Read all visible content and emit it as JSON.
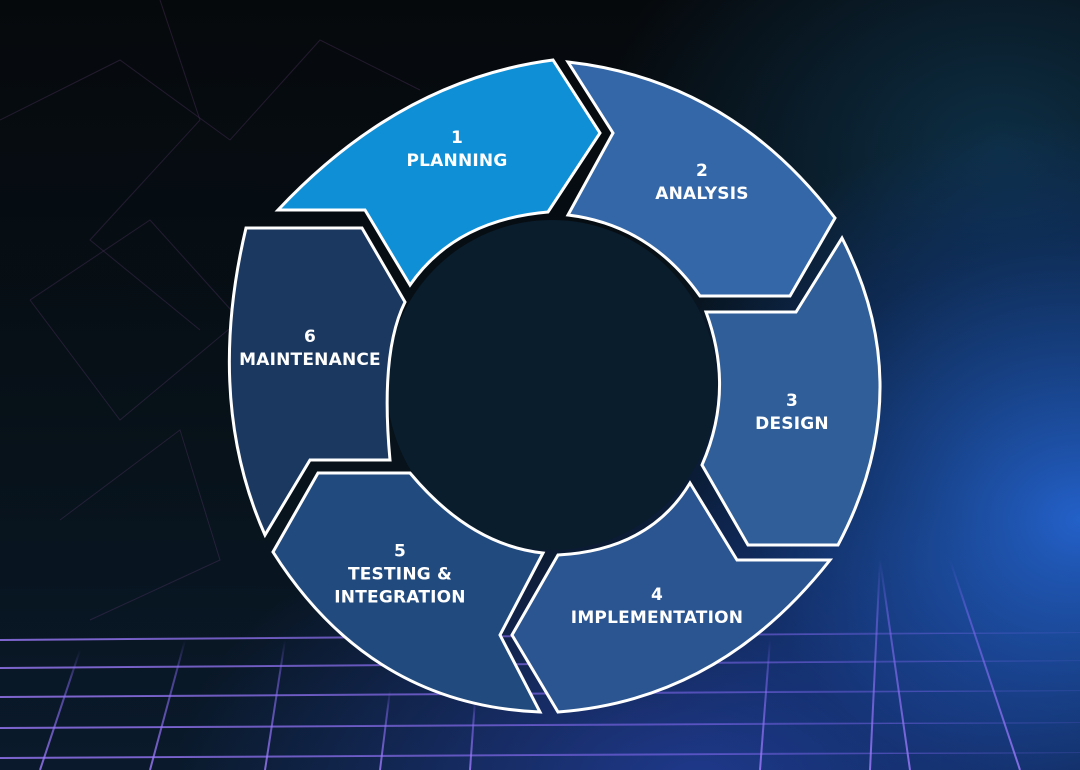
{
  "diagram": {
    "type": "cycle",
    "title": "",
    "colors": {
      "planning": "#0f8fd6",
      "analysis": "#3367a8",
      "design": "#2f5e98",
      "implementation": "#2a5590",
      "testing_integration": "#214a7e",
      "maintenance": "#1b3860",
      "inner_circle": "#081c2c",
      "outline": "#ffffff"
    },
    "stages": [
      {
        "number": "1",
        "name": "PLANNING"
      },
      {
        "number": "2",
        "name": "ANALYSIS"
      },
      {
        "number": "3",
        "name": "DESIGN"
      },
      {
        "number": "4",
        "name": "IMPLEMENTATION"
      },
      {
        "number": "5",
        "name": "TESTING &",
        "name2": "INTEGRATION"
      },
      {
        "number": "6",
        "name": "MAINTENANCE"
      }
    ]
  }
}
